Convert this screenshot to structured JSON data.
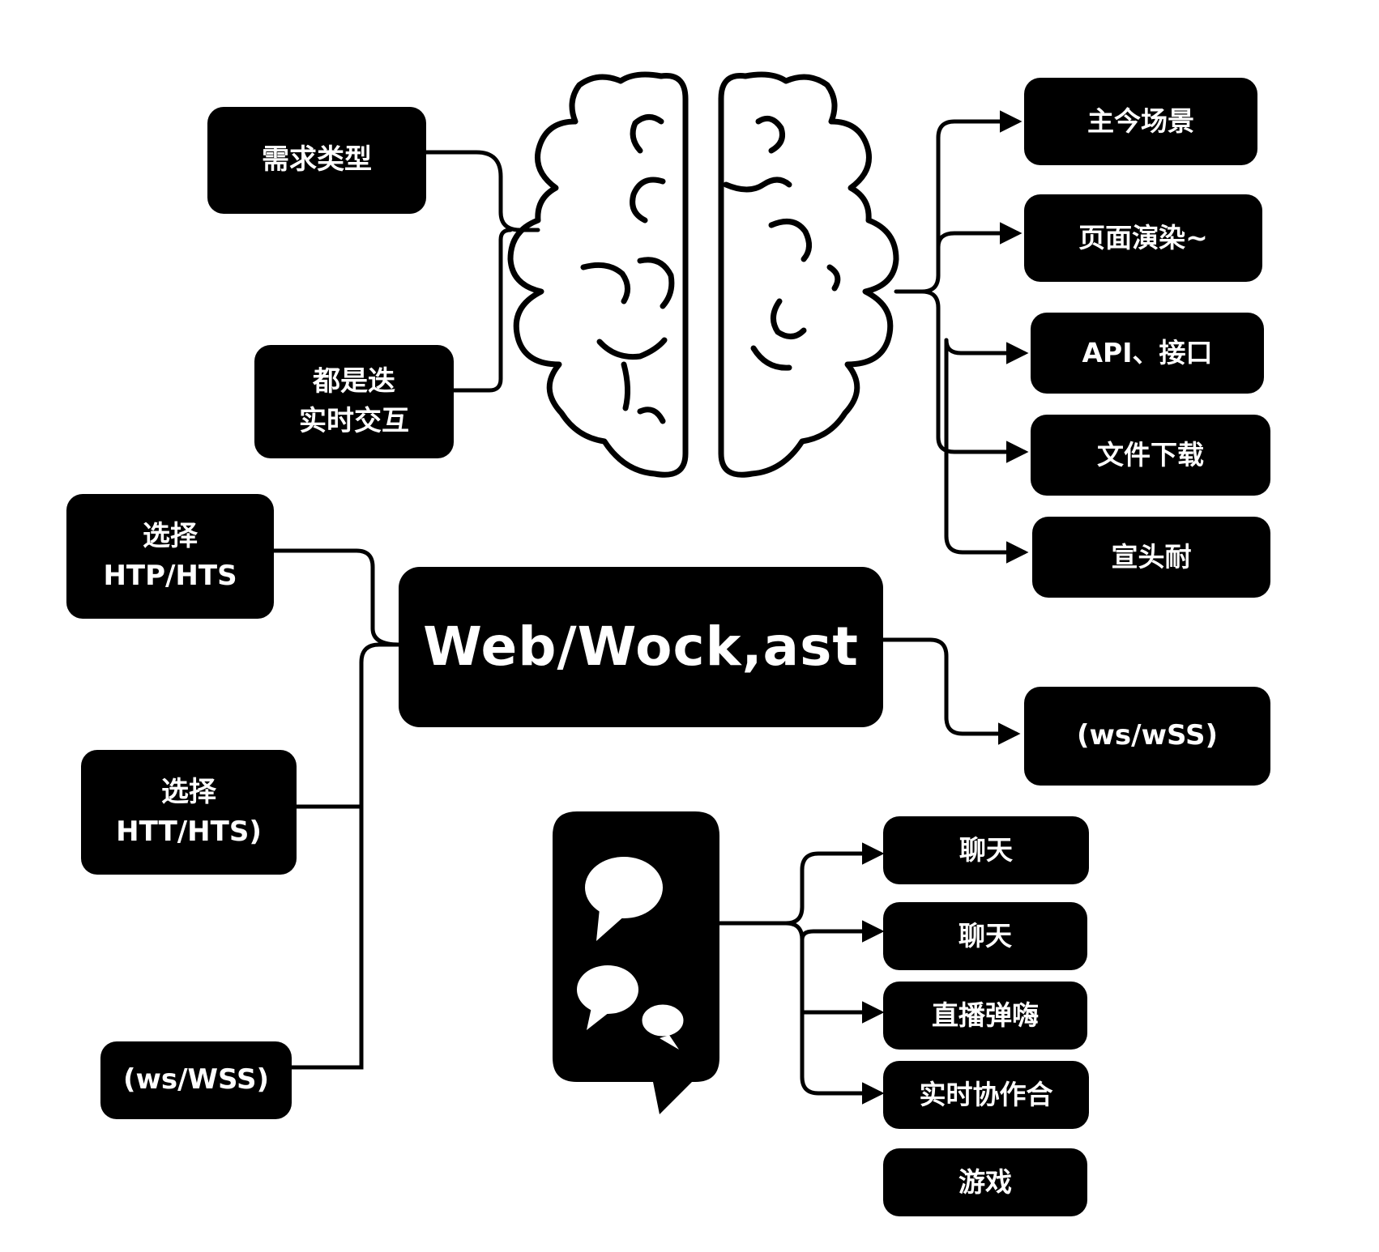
{
  "central_node": {
    "label": "Web/Wock,ast"
  },
  "top_left_nodes": [
    {
      "lines": [
        "需求类型"
      ]
    },
    {
      "lines": [
        "都是迭",
        "实时交互"
      ]
    }
  ],
  "top_right_nodes": [
    {
      "label": "主今场景"
    },
    {
      "label": "页面演染~"
    },
    {
      "label": "API、接口"
    },
    {
      "label": "文件下载"
    },
    {
      "label": "宣头耐"
    }
  ],
  "left_nodes": [
    {
      "lines": [
        "选择",
        "HTP/HTS"
      ]
    },
    {
      "lines": [
        "选择",
        "HTT/HTS)"
      ]
    },
    {
      "lines": [
        "(ws/WSS)"
      ]
    }
  ],
  "right_node": {
    "label": "(ws/wSS)"
  },
  "bottom_right_nodes": [
    {
      "label": "聊天"
    },
    {
      "label": "聊天"
    },
    {
      "label": "直播弹嗨"
    },
    {
      "label": "实时协作合"
    },
    {
      "label": "游戏"
    }
  ],
  "icons": [
    "brain-icon",
    "chat-bubbles-icon"
  ],
  "colors": {
    "node_fill": "#000000",
    "node_text": "#ffffff",
    "line": "#000000",
    "background": "#ffffff"
  }
}
